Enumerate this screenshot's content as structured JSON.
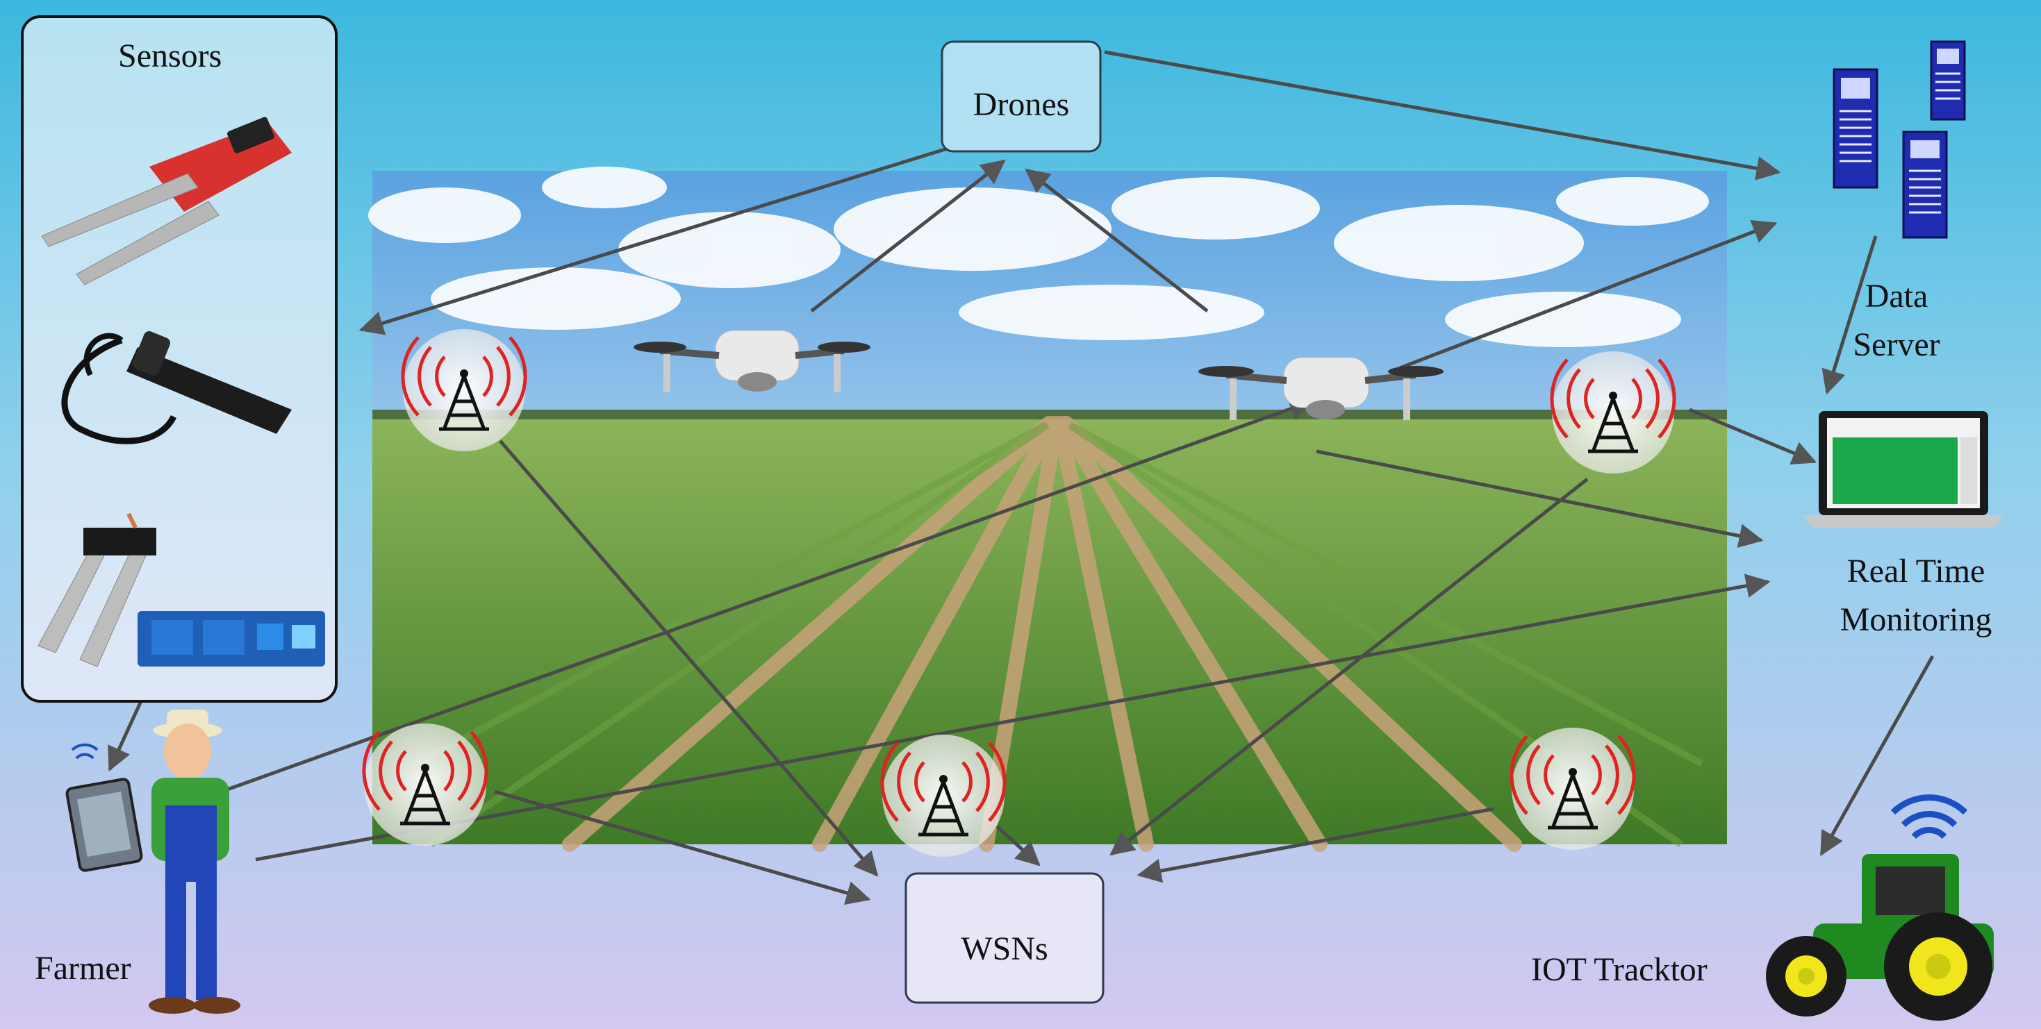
{
  "diagram": {
    "nodes": {
      "sensors": "Sensors",
      "drones": "Drones",
      "data_server": [
        "Data",
        "Server"
      ],
      "real_time_monitoring": [
        "Real Time",
        "Monitoring"
      ],
      "wsns": "WSNs",
      "farmer": "Farmer",
      "iot_tractor": "IOT Tracktor"
    },
    "icons": {
      "sensor_1": "soil-moisture-sensor-icon",
      "sensor_2": "water-probe-sensor-icon",
      "sensor_3": "fork-sensor-with-relay-board-icon",
      "server": "server-tower-icon",
      "laptop": "laptop-dashboard-icon",
      "tower": "wireless-tower-icon",
      "drone": "drone-icon",
      "tractor": "tractor-icon",
      "farmer": "farmer-with-tablet-icon"
    },
    "colors": {
      "sky_top": "#45bde0",
      "sky_bottom": "#cfc6ee",
      "box_fill": "#b4e0f0",
      "wsn_box_fill": "#e6e6f7",
      "tower_red": "#e02020",
      "tractor_green": "#1f8a1f",
      "tractor_yellow": "#f1e51b",
      "wifi_blue": "#1d4fc4"
    }
  }
}
